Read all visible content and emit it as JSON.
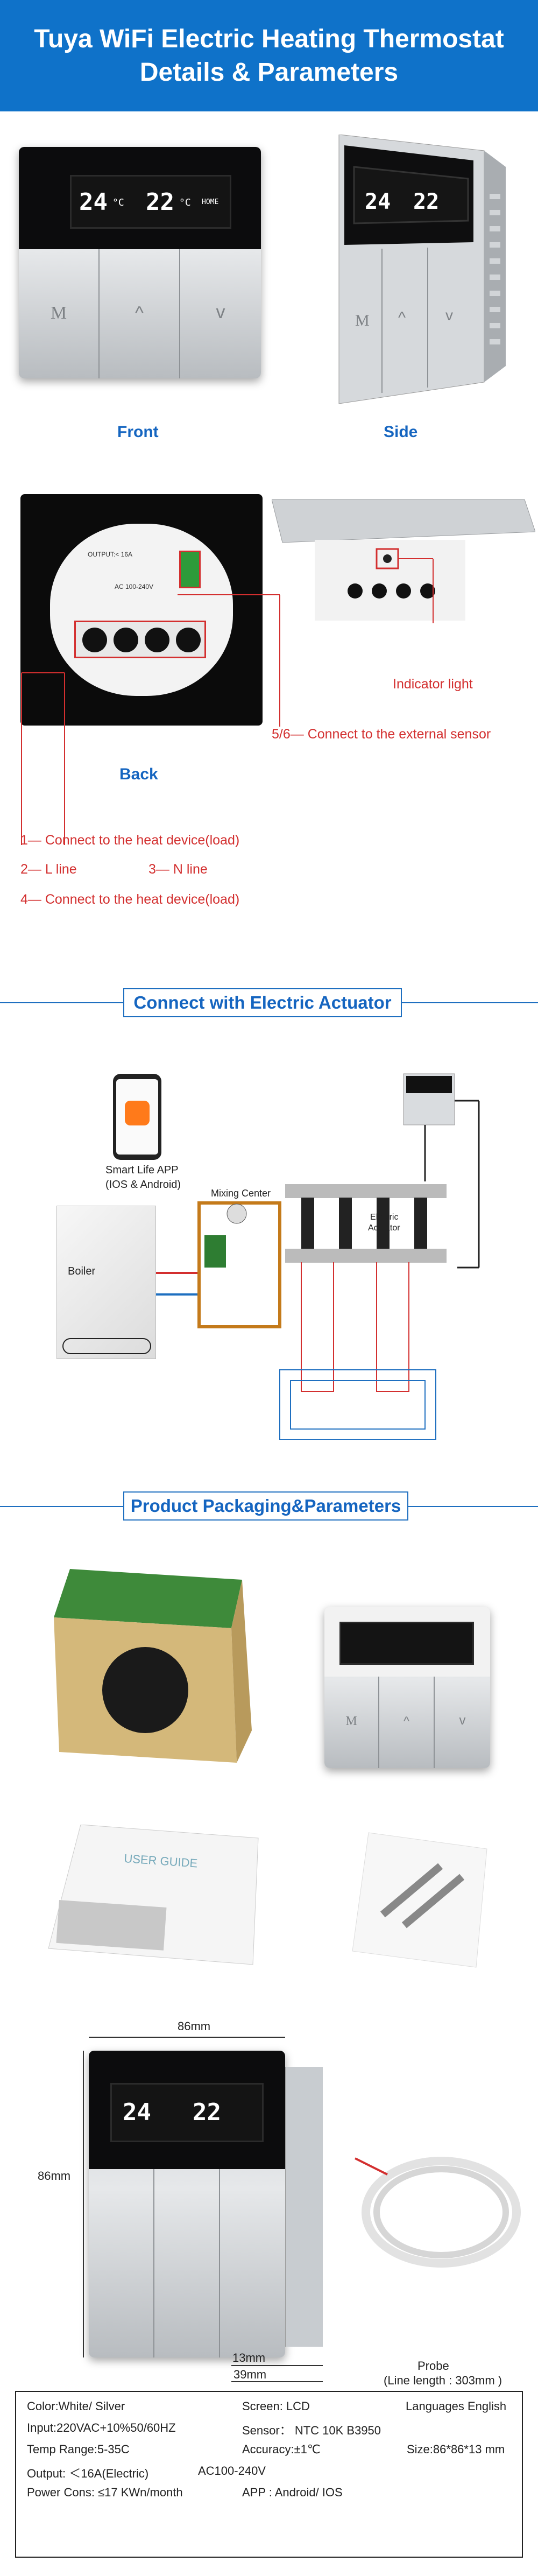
{
  "header": {
    "title_line1": "Tuya WiFi Electric Heating Thermostat",
    "title_line2": "Details & Parameters"
  },
  "views": {
    "front_label": "Front",
    "side_label": "Side",
    "back_label": "Back"
  },
  "device": {
    "temp_left": "24",
    "temp_right": "22",
    "unit": "°C",
    "mode_label": "HOME",
    "key_m": "M",
    "key_up": "^",
    "key_down": "v"
  },
  "back_board": {
    "output_text": "OUTPUT:< 16A",
    "voltage_text": "AC 100-240V"
  },
  "annotations": {
    "indicator_light": "Indicator light",
    "sensor": "5/6— Connect to the external sensor",
    "line1": "1— Connect to the heat device(load)",
    "line2a": "2— L line",
    "line2b": "3— N line",
    "line3": "4— Connect to the heat device(load)"
  },
  "actuator_section": {
    "title": "Connect with Electric Actuator",
    "app_label": "Smart Life APP",
    "app_sub": "(IOS & Android)",
    "boiler_label": "Boiler",
    "mixing_center": "Mixing Center",
    "electric_actuator_1": "Electric",
    "electric_actuator_2": "Actuator"
  },
  "packaging_section": {
    "title": "Product Packaging&Parameters",
    "manual_text": "USER GUIDE"
  },
  "dimensions": {
    "width": "86mm",
    "height": "86mm",
    "depth1": "13mm",
    "depth2": "39mm",
    "probe_1": "Probe",
    "probe_2": "(Line length : 303mm )"
  },
  "params": {
    "color": "Color:White/ Silver",
    "screen": "Screen: LCD",
    "languages": "Languages English",
    "input": "Input:220VAC+10%50/60HZ",
    "sensor": "Sensor： NTC 10K B3950",
    "temp_range": "Temp Range:5-35C",
    "accuracy": "Accuracy:±1℃",
    "size": "Size:86*86*13 mm",
    "output": "Output: ＜16A(Electric)",
    "voltage": "AC100-240V",
    "power": "Power Cons: ≤17 KWn/month",
    "app": "APP : Android/ IOS"
  },
  "colors": {
    "header_bg": "#0f72c9",
    "accent_blue": "#1565c0",
    "annotation_red": "#d32f2f"
  }
}
